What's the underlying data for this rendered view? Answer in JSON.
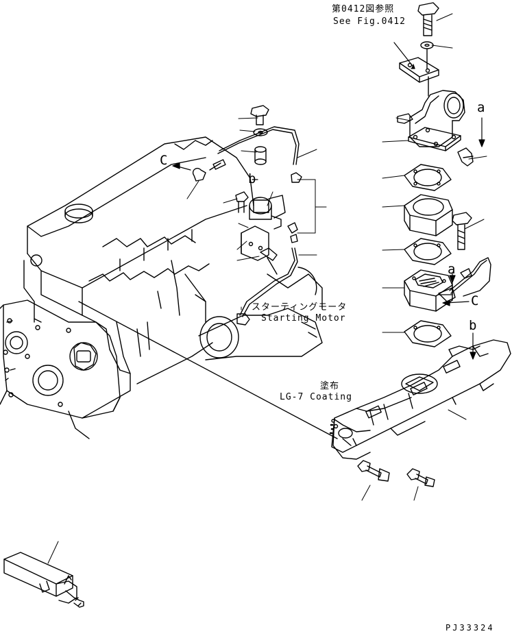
{
  "callouts": {
    "ref_jp": "第0412図参照",
    "ref_en": "See Fig.0412",
    "starter_jp": "スターティングモータ",
    "starter_en": "Starting Motor",
    "coating_jp": "塗布",
    "coating_en": "LG-7 Coating"
  },
  "view_markers": {
    "a_top": "a",
    "a_lower": "a",
    "b_center": "b",
    "b_manifold": "b",
    "c_left": "C",
    "c_right": "C"
  },
  "drawing_code": "PJ33324",
  "icons": [
    "engine-block",
    "intake-manifold",
    "heater-element",
    "elbow-connector",
    "starting-motor",
    "cable",
    "bolt",
    "gasket",
    "relay",
    "tool"
  ]
}
